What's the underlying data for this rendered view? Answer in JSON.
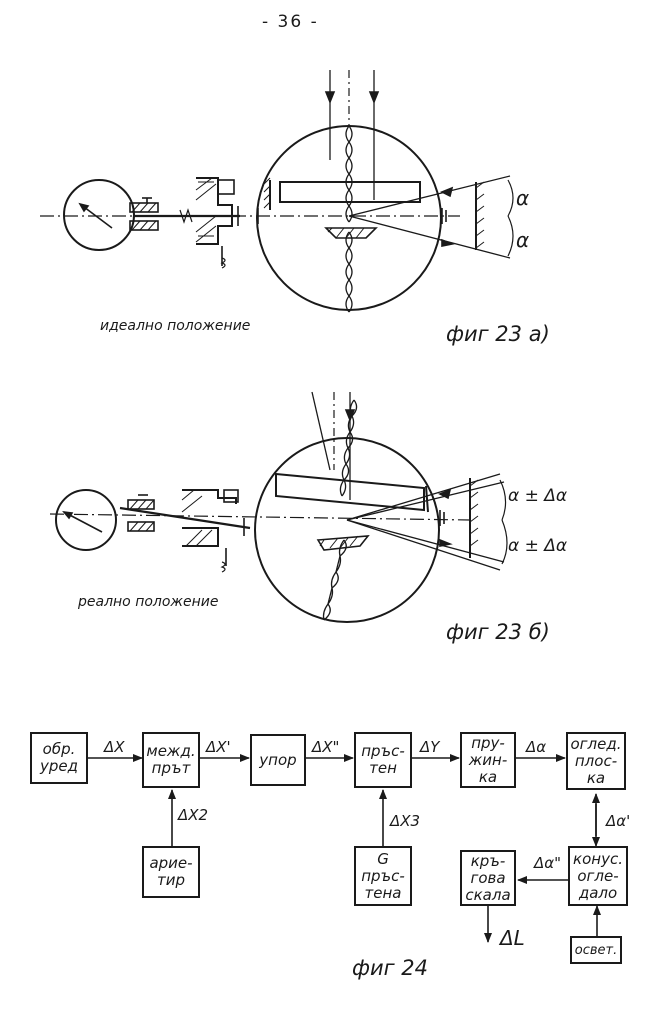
{
  "page_number": "- 36 -",
  "fig23a": {
    "caption": "фиг 23 а)",
    "position_label": "идеално положение",
    "angle_top": "α",
    "angle_bottom": "α"
  },
  "fig23b": {
    "caption": "фиг 23 б)",
    "position_label": "реално положение",
    "angle_top": "α ± Δα",
    "angle_bottom": "α ± Δα"
  },
  "fig24": {
    "caption": "фиг 24",
    "blocks": {
      "obr_ured": [
        "обр.",
        "уред"
      ],
      "mezhd_prat": [
        "межд.",
        "прът"
      ],
      "upor": [
        "упор"
      ],
      "prasten": [
        "пръс-",
        "тен"
      ],
      "pruzhinka": [
        "пру-",
        "жин-",
        "ка"
      ],
      "ogled_ploska": [
        "оглед.",
        "плос-",
        "ка"
      ],
      "arietir": [
        "ариe-",
        "тир"
      ],
      "g_prastena": [
        "G",
        "пръс-",
        "тена"
      ],
      "kragova_skala": [
        "кръ-",
        "гова",
        "скала"
      ],
      "konus_ogledalo": [
        "конус.",
        "огле-",
        "дало"
      ],
      "osvet": [
        "освет."
      ]
    },
    "signals": {
      "dx": "ΔX",
      "dx1": "ΔX'",
      "dx2": "ΔX\"",
      "dy": "ΔY",
      "da": "Δα",
      "da1": "Δα'",
      "da2": "Δα\"",
      "dx_2": "ΔX2",
      "dx_3": "ΔX3",
      "dl": "ΔL"
    }
  }
}
